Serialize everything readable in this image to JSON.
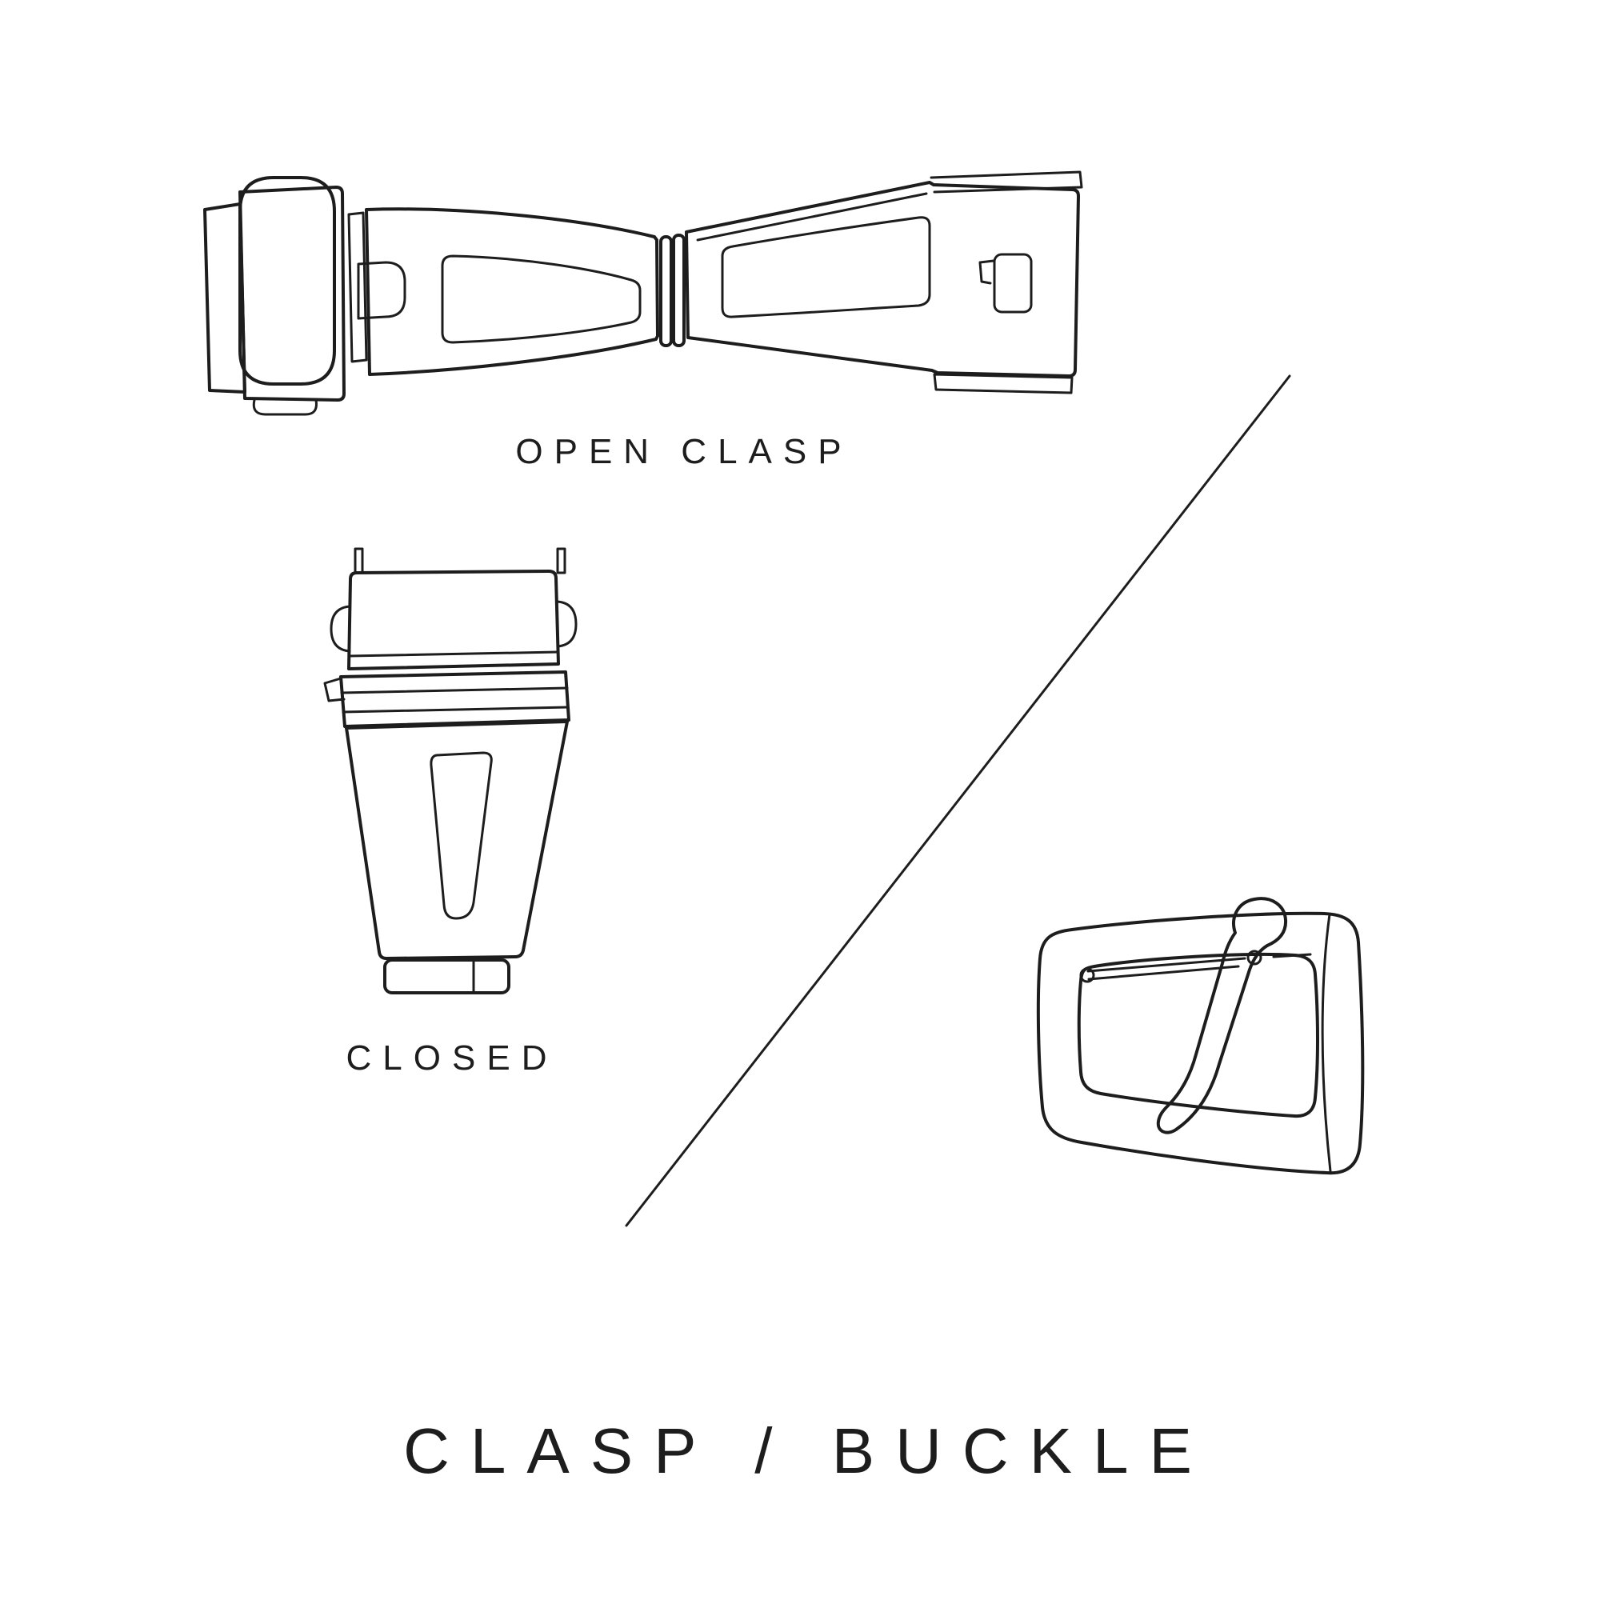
{
  "colors": {
    "background": "#ffffff",
    "line": "#1d1d1d",
    "text": "#1d1d1d"
  },
  "labels": {
    "open_clasp": "OPEN CLASP",
    "closed": "CLOSED",
    "title": "CLASP / BUCKLE"
  }
}
